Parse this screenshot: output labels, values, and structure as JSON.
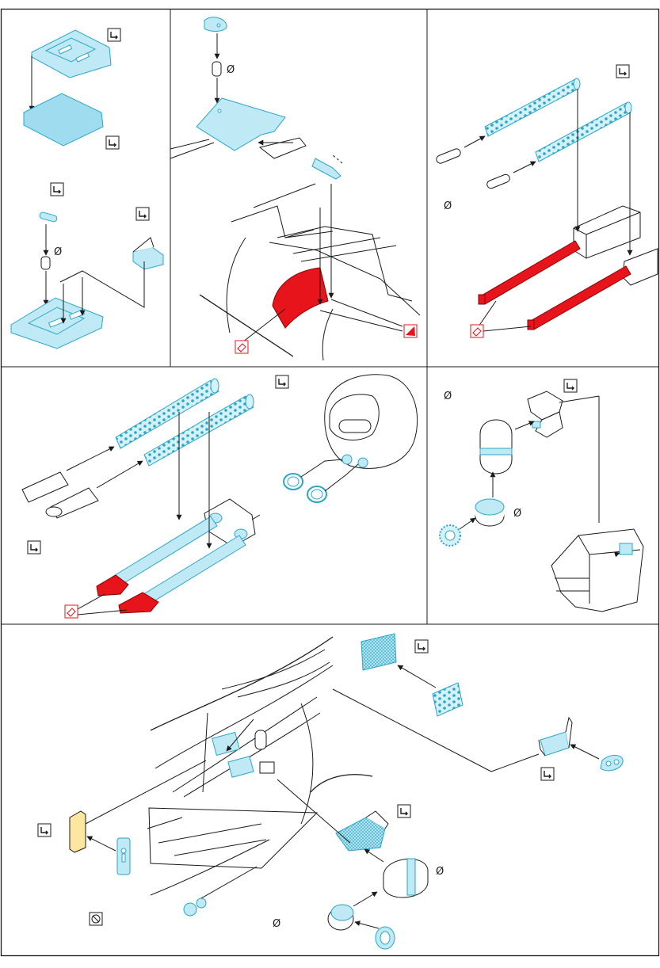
{
  "symbols": {
    "bend": "bend-symbol",
    "diameter": "Ø",
    "paint": "paint-red-symbol",
    "remove": "remove-part-symbol"
  },
  "colors": {
    "photo_etch": "#bfe9f4",
    "photo_etch_edge": "#2aa6c9",
    "paint_red": "#e8141b",
    "line": "#1a1a1a"
  }
}
